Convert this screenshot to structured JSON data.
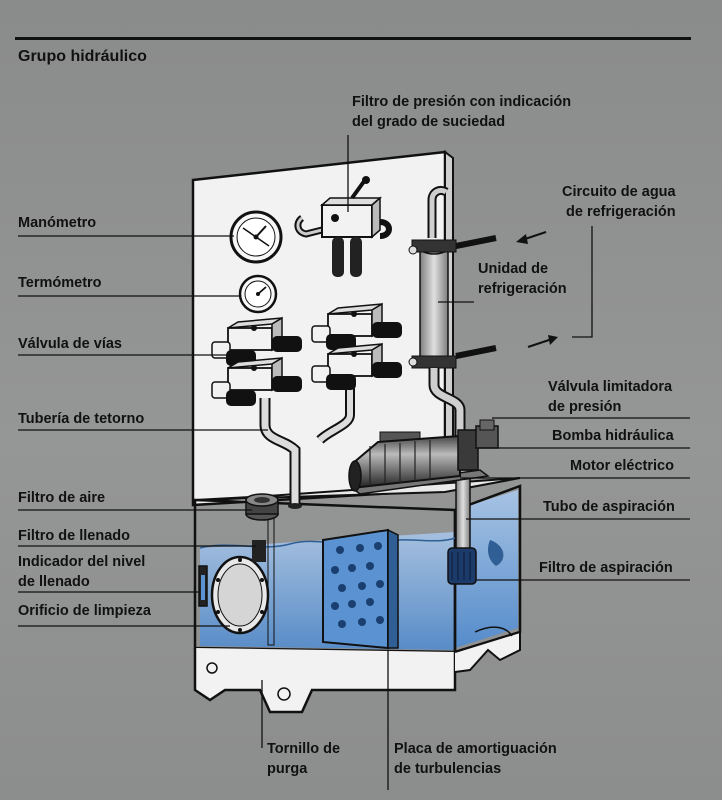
{
  "title": "Grupo hidráulico",
  "labels": {
    "filtro_presion": [
      "Filtro de presión con indicación",
      "del grado de suciedad"
    ],
    "circuito_agua": [
      "Circuito de agua",
      "de refrigeración"
    ],
    "manometro": "Manómetro",
    "termometro": "Termómetro",
    "unidad_refrigeracion": [
      "Unidad de",
      "refrigeración"
    ],
    "valvula_vias": "Válvula de vías",
    "tuberia_retorno": "Tubería de tetorno",
    "valvula_limitadora": [
      "Válvula limitadora",
      "de presión"
    ],
    "bomba_hidraulica": "Bomba hidráulica",
    "motor_electrico": "Motor eléctrico",
    "filtro_aire": "Filtro de aire",
    "tubo_aspiracion": "Tubo de aspiración",
    "filtro_llenado": "Filtro de llenado",
    "indicador_nivel": [
      "Indicador del nivel",
      "de llenado"
    ],
    "filtro_aspiracion": "Filtro de aspiración",
    "orificio_limpieza": "Orificio de limpieza",
    "tornillo_purga": [
      "Tornillo de",
      "purga"
    ],
    "placa_amortiguacion": [
      "Placa de amortiguación",
      "de turbulencias"
    ]
  },
  "colors": {
    "background": "#8e8f8f",
    "panel": "#f2f2f2",
    "fluid": "#6fa3dc",
    "line": "#111111"
  }
}
